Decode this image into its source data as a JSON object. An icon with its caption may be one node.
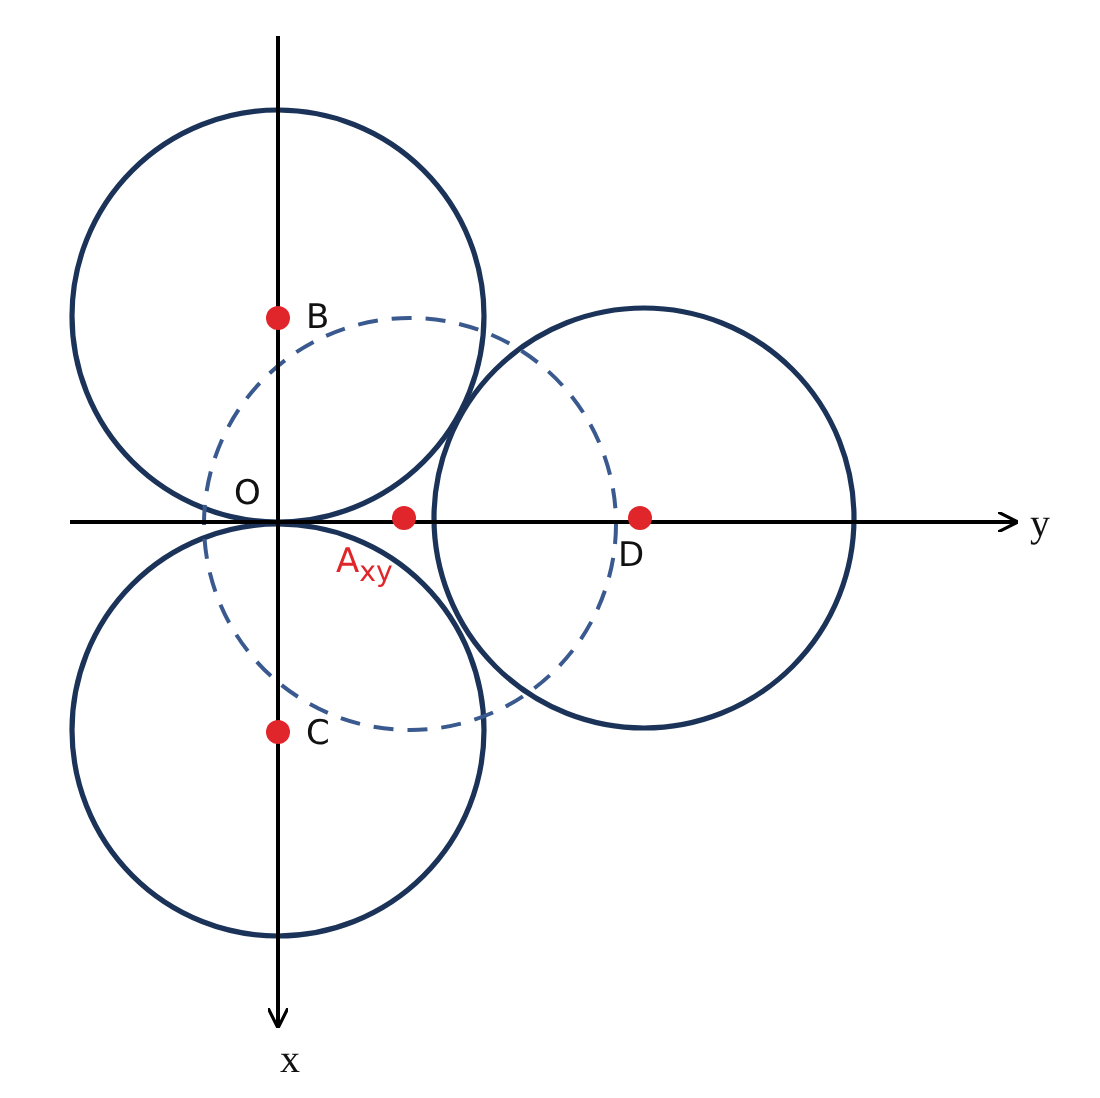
{
  "diagram": {
    "labels": [
      "B",
      "O",
      "y",
      "A$_{xy}$",
      "D",
      "C",
      "x"
    ]
  }
}
